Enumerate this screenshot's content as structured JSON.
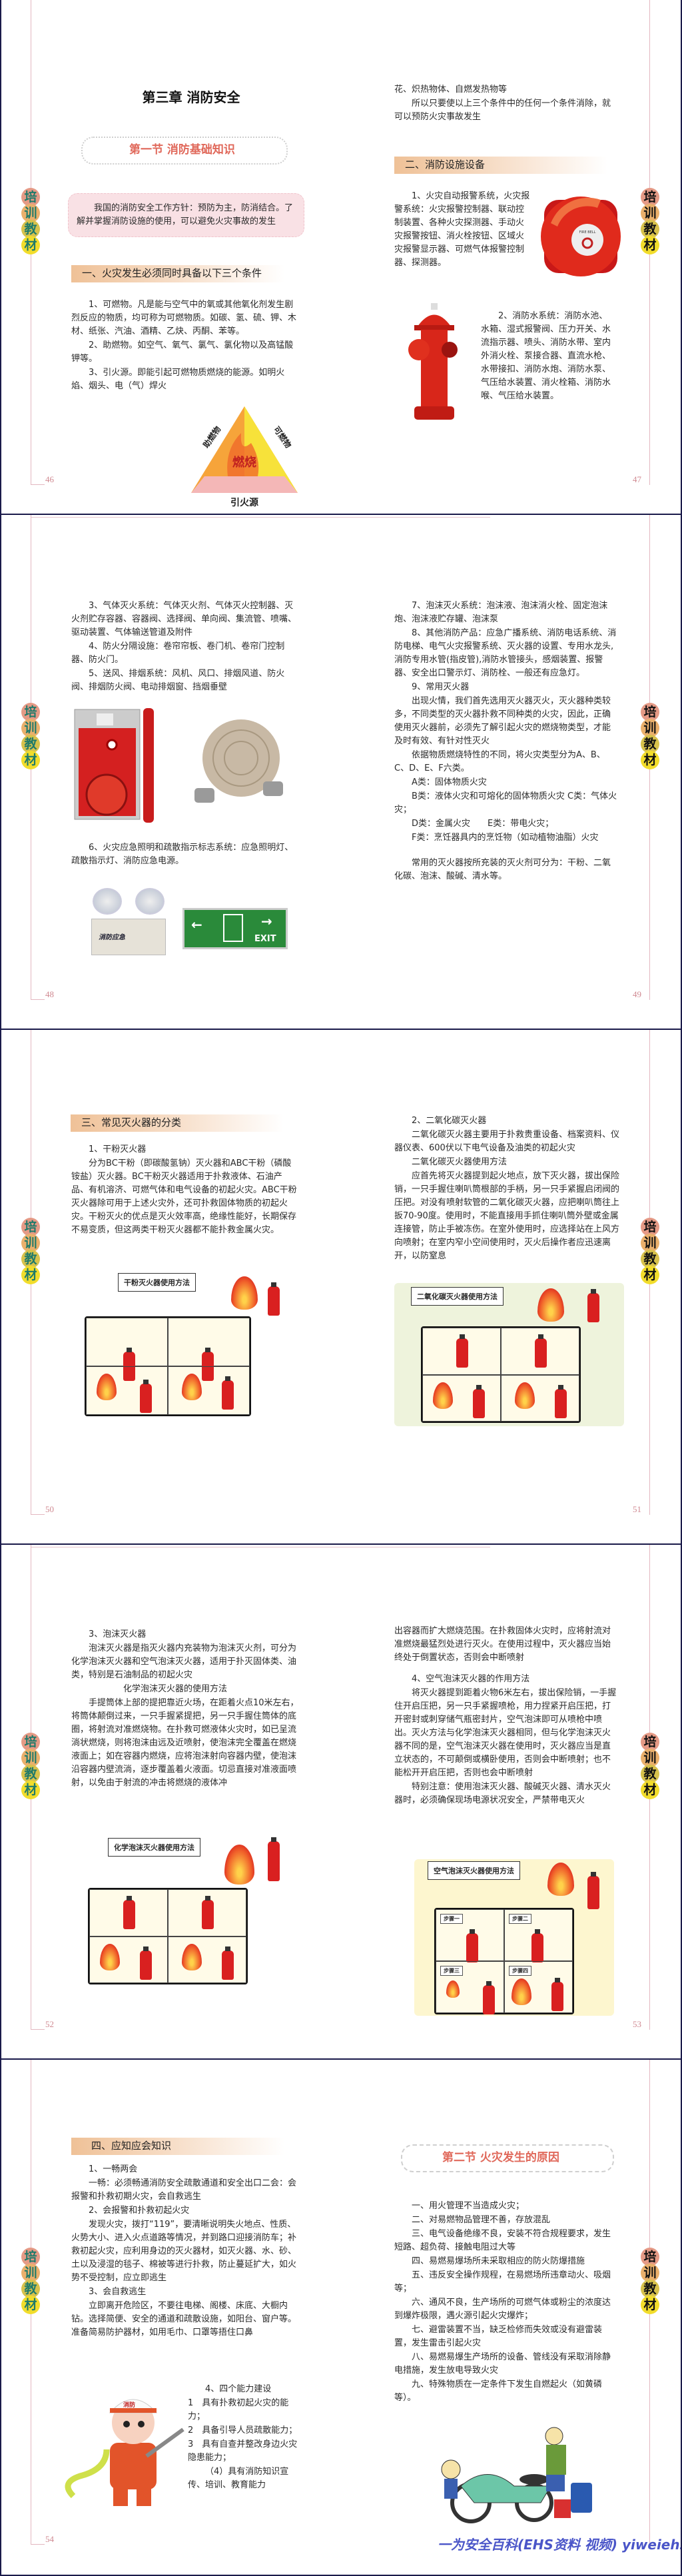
{
  "badge": [
    "培",
    "训",
    "教",
    "材"
  ],
  "page1": {
    "chapter_title": "第三章 消防安全",
    "section_title": "第一节 消防基础知识",
    "policy": "我国的消防安全工作方针：预防为主，防消结合。了解并掌握消防设施的使用，可以避免火灾事故的发生",
    "header1": "一、火灾发生必须同时具备以下三个条件",
    "left_paras": [
      "1、可燃物。凡是能与空气中的氧或其他氧化剂发生剧烈反应的物质，均可称为可燃物质。如碳、氢、硫、钾、木材、纸张、汽油、酒精、乙炔、丙酮、苯等。",
      "2、助燃物。如空气、氧气、氯气、氯化物以及高锰酸钾等。",
      "3、引火源。即能引起可燃物质燃烧的能源。如明火焰、烟头、电（气）焊火"
    ],
    "triangle": {
      "left": "助燃物",
      "right": "可燃物",
      "center": "燃烧",
      "bottom": "引火源"
    },
    "right_cont": "花、炽热物体、自燃发热物等",
    "right_para": "所以只要使以上三个条件中的任何一个条件消除，就可以预防火灾事故发生",
    "header2": "二、消防设施设备",
    "item1": "1、火灾自动报警系统，火灾报警系统：火灾报警控制器、联动控制装置、各种火灾探测器、手动火灾报警按钮、消火栓按钮、区域火灾报警显示器、可燃气体报警控制器、探测器。",
    "bell_label": "FIRE BELL",
    "item2": "2、消防水系统：消防水池、水箱、湿式报警阀、压力开关、水流指示器、喷头、消防水带、室内外消火栓、泵接合器、直流水枪、水带接扣、消防水炮、消防水泵、气压给水装置、消火栓箱、消防水喉、气压给水装置。",
    "page_left": "46",
    "page_right": "47"
  },
  "page2": {
    "left_paras": [
      "3、气体灭火系统：气体灭火剂、气体灭火控制器、灭火剂贮存容器、容器阀、选择阀、单向阀、集流管、喷嘴、驱动装置、气体输送管道及附件",
      "4、防火分隔设施：卷帘帘板、卷门机、卷帘门控制器、防火门。",
      "5、送风、排烟系统：风机、风口、排烟风道、防火阀、排烟防火阀、电动排烟窗、挡烟垂壁"
    ],
    "item6": "6、火灾应急照明和疏散指示标志系统：应急照明灯、疏散指示灯、消防应急电源。",
    "light_label": "消防应急",
    "exit_label": "EXIT",
    "right_paras": [
      "7、泡沫灭火系统：泡沫液、泡沫消火栓、固定泡沫炮、泡沫液贮存罐、泡沫泵",
      "8、其他消防产品：应急广播系统、消防电话系统、消防电梯、电气火灾报警系统、灭火器的设置、专用水龙头,消防专用水管(指皮管),消防水管接头，感烟装置、报警器、安全出口警示灯、消防栓、一般还有应急灯。",
      "9、常用灭火器",
      "出现火情，我们首先选用灭火器灭火，灭火器种类较多，不同类型的灭火器扑救不同种类的火灾，因此，正确使用灭火器前，必须先了解引起火灾的燃烧物类型，才能及时有效、有针对性灭火",
      "依据物质燃烧特性的不同，将火灾类型分为A、B、C、D、E、F六类。",
      "A类：固体物质火灾",
      "B类：液体火灾和可熔化的固体物质火灾 C类：气体火灾；",
      "D类：金属火灾　　E类：带电火灾；",
      "F类：烹饪器具内的烹饪物（如动植物油脂）火灾"
    ],
    "right_last": "常用的灭火器按所充装的灭火剂可分为：干粉、二氧化碳、泡沫、酸碱、清水等。",
    "page_left": "48",
    "page_right": "49"
  },
  "page3": {
    "header": "三、常见灭火器的分类",
    "left_paras": [
      "1、干粉灭火器",
      "分为BC干粉（即碳酸氢钠）灭火器和ABC干粉（磷酸铵盐）灭火器。BC干粉灭火器适用于扑救液体、石油产品、有机溶济、可燃气体和电气设备的初起火灾。ABC干粉灭火器除可用于上述火灾外，还可扑救固体物质的初起火灾。干粉灭火的优点是灭火效率高，绝缘性能好，长期保存不易变质，但这两类干粉灭火器都不能扑救金属火灾。"
    ],
    "left_diagram_title": "干粉灭火器使用方法",
    "right_paras": [
      "2、二氧化碳灭火器",
      "二氧化碳灭火器主要用于扑救贵重设备、档案资料、仪器仪表、600伏以下电气设备及油类的初起火灾",
      "二氧化碳灭火器使用方法",
      "应首先将灭火器提到起火地点，放下灭火器，拔出保险销，一只手握住喇叭筒根部的手柄，另一只手紧握启闭阀的压把。对没有喷射软管的二氧化碳灭火器，应把喇叭筒往上扳70-90度。使用时，不能直接用手抓住喇叭筒外壁或金属连接管，防止手被冻伤。在室外使用时，应选择站在上风方向喷射；在室内窄小空间使用时，灭火后操作者应迅速离开，以防窒息"
    ],
    "right_diagram_title": "二氧化碳灭火器使用方法",
    "page_left": "50",
    "page_right": "51"
  },
  "page4": {
    "left_paras": [
      "3、泡沫灭火器",
      "泡沫灭火器是指灭火器内充装物为泡沫灭火剂，可分为化学泡沫灭火器和空气泡沫灭火器，适用于扑灭固体类、油类，特别是石油制品的初起火灾",
      "化学泡沫灭火器的使用方法",
      "手提筒体上部的提把靠近火场，在距着火点10米左右，将筒体颠倒过来，一只手握紧提把，另一只手握住筒体的底圈，将射流对准燃烧物。在扑救可燃液体火灾时，如已呈流淌状燃烧，则将泡沫由远及近喷射，使泡沫完全覆盖在燃烧液面上；如在容器内燃烧，应将泡沫射向容器内壁，使泡沫沿容器内壁流淌，逐步覆盖着火液面。切忌直接对准液面喷射，以免由于射流的冲击将燃烧的液体冲"
    ],
    "left_diagram_title": "化学泡沫灭火器使用方法",
    "right_paras": [
      "出容器而扩大燃烧范围。在扑救固体火灾时，应将射流对准燃烧最猛烈处进行灭火。在使用过程中，灭火器应当始终处于倒置状态，否则会中断喷射",
      "4、空气泡沫灭火器的作用方法",
      "将灭火器提到距着火物6米左右，拔出保险销，一手握住开启压把，另一只手紧握喷枪，用力捏紧开启压把，打开密封或刺穿储气瓶密封片，空气泡沫即可从喷枪中喷出。灭火方法与化学泡沫灭火器相同，但与化学泡沫灭火器不同的是，空气泡沫灭火器在使用时，灭火器应当是直立状态的，不可颠倒或横卧使用，否则会中断喷射；也不能松开开启压把，否则也会中断喷射",
      "特别注意：使用泡沫灭火器、酸碱灭火器、清水灭火器时，必须确保现场电源状况安全，严禁带电灭火"
    ],
    "right_diagram_title": "空气泡沫灭火器使用方法",
    "steps": [
      "步骤一",
      "步骤二",
      "步骤三",
      "步骤四"
    ],
    "page_left": "52",
    "page_right": "53"
  },
  "page5": {
    "header": "四、应知应会知识",
    "left_paras": [
      "1、一畅两会",
      "一畅：必须畅通消防安全疏散通道和安全出口二会：会报警和扑救初期火灾，会自救逃生",
      "2、会报警和扑救初起火灾",
      "发现火灾，拨打“119”，要清晰说明失火地点、性质、火势大小、进入火点道路等情况，并到路口迎接消防车；补救初起火灾，应利用身边的灭火器材，如灭火器、水、砂、土以及浸湿的毯子、棉被等进行扑救，防止蔓延扩大，如火势不受控制，应立即逃生",
      "3、会自救逃生",
      "立即离开危险区，不要往电梯、阁楼、床底、大橱内钻。选择简便、安全的通道和疏散设施，如阳台、窗户等。准备简易防护器材，如用毛巾、口罩等捂住口鼻"
    ],
    "ability_paras": [
      "4、四个能力建设",
      "1　具有扑救初起火灾的能力；",
      "2　具备引导人员疏散能力；",
      "3　具有自查并整改身边火灾隐患能力；",
      "（4）具有消防知识宣传、培训、教育能力"
    ],
    "helmet_label": "消防",
    "section_title": "第二节 火灾发生的原因",
    "causes": [
      "一、用火管理不当造成火灾；",
      "二、对易燃物品管理不善，存放混乱",
      "三、电气设备绝缘不良，安装不符合规程要求，发生短路、超负荷、接触电阻过大等",
      "四、易燃易爆场所未采取相应的防火防爆措施",
      "五、违反安全操作规程，在易燃场所违章动火、吸烟等；",
      "六、通风不良，生产场所的可燃气体或粉尘的浓度达到爆炸极限，遇火源引起火灾爆炸；",
      "七、避雷装置不当，缺乏检修而失效或没有避雷装置，发生雷击引起火灾",
      "八、易燃易爆生产场所的设备、管线没有采取消除静电措施，发生放电导致火灾",
      "九、特殊物质在一定条件下发生自燃起火（如黄磷等）。"
    ],
    "watermark": "一为安全百科(EHS资料 视频) yiweiehs.cn",
    "page_left": "54"
  }
}
